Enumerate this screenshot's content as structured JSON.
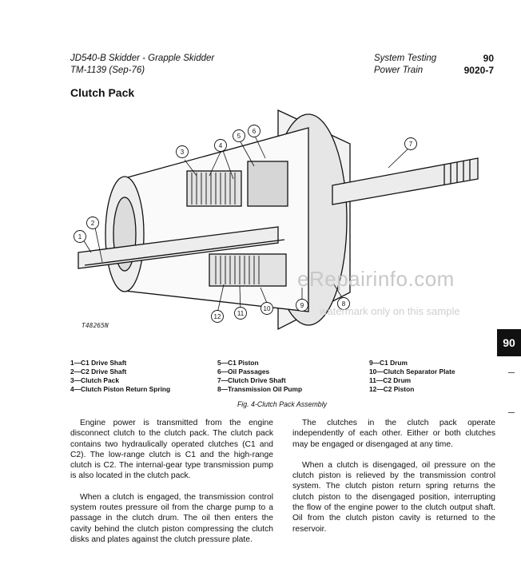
{
  "header": {
    "title_line1": "JD540-B Skidder - Grapple Skidder",
    "title_line2": "TM-1139 (Sep-76)",
    "section_line1": "System Testing",
    "section_line2": "Power Train",
    "page_num": "90",
    "page_id": "9020-7"
  },
  "section_title": "Clutch Pack",
  "figure": {
    "code": "T48265N",
    "callouts": [
      "1",
      "2",
      "3",
      "4",
      "5",
      "6",
      "7",
      "8",
      "9",
      "10",
      "11",
      "12"
    ]
  },
  "watermark": {
    "main": "eRepairinfo.com",
    "sub": "watermark only on this sample"
  },
  "side_tab": "90",
  "legend": {
    "col1": [
      "1—C1 Drive Shaft",
      "2—C2 Drive Shaft",
      "3—Clutch Pack",
      "4—Clutch Piston Return Spring"
    ],
    "col2": [
      "5—C1 Piston",
      "6—Oil Passages",
      "7—Clutch Drive Shaft",
      "8—Transmission Oil Pump"
    ],
    "col3": [
      "9—C1 Drum",
      "10—Clutch Separator Plate",
      "11—C2 Drum",
      "12—C2 Piston"
    ]
  },
  "caption": "Fig. 4-Clutch Pack Assembly",
  "body": {
    "left": [
      "Engine power is transmitted from the engine disconnect clutch to the clutch pack. The clutch pack contains two hydraulically operated clutches (C1 and C2). The low-range clutch is C1 and the high-range clutch is C2. The internal-gear type transmission pump is also located in the clutch pack.",
      "When a clutch is engaged, the transmission control system routes pressure oil from the charge pump to a passage in the clutch drum. The oil then enters the cavity behind the clutch piston compressing the clutch disks and plates against the clutch pressure plate."
    ],
    "right": [
      "The clutches in the clutch pack operate independently of each other. Either or both clutches may be engaged or disengaged at any time.",
      "When a clutch is disengaged, oil pressure on the clutch piston is relieved by the transmission control system. The clutch piston return spring returns the clutch piston to the disengaged position, interrupting the flow of the engine power to the clutch output shaft. Oil from the clutch piston cavity is returned to the reservoir."
    ]
  }
}
